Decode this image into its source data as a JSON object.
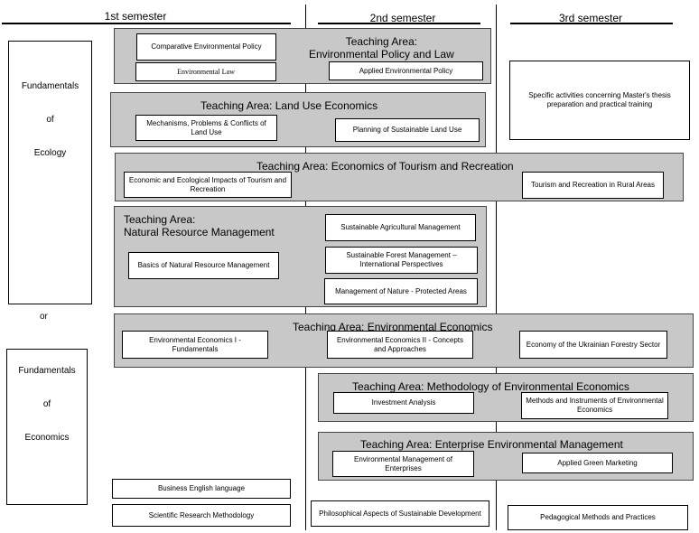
{
  "semesters": [
    "1st semester",
    "2nd semester",
    "3rd semester"
  ],
  "fundamentals_ecology": [
    "Fundamentals",
    "of",
    "Ecology"
  ],
  "or_label": "or",
  "fundamentals_economics": [
    "Fundamentals",
    "of",
    "Economics"
  ],
  "areas": {
    "policy": {
      "title_line1": "Teaching Area:",
      "title_line2": "Environmental Policy and Law",
      "courses": [
        "Comparative Environmental Policy",
        "Environmental Law",
        "Applied Environmental Policy"
      ]
    },
    "land_use": {
      "title": "Teaching Area: Land Use Economics",
      "courses": [
        "Mechanisms, Problems & Conflicts of Land Use",
        "Planning of Sustainable Land Use"
      ]
    },
    "tourism": {
      "title": "Teaching Area: Economics of Tourism and Recreation",
      "courses": [
        "Economic and Ecological Impacts of Tourism and Recreation",
        "Tourism and Recreation in Rural Areas"
      ]
    },
    "natural_resource": {
      "title_line1": "Teaching Area:",
      "title_line2": "Natural Resource Management",
      "courses": [
        "Basics of Natural Resource Management",
        "Sustainable Agricultural Management",
        "Sustainable Forest Management – International Perspectives",
        "Management of Nature - Protected Areas"
      ]
    },
    "env_econ": {
      "title": "Teaching Area: Environmental Economics",
      "courses": [
        "Environmental Economics I - Fundamentals",
        "Environmental Economics II - Concepts and Approaches",
        "Economy of the Ukrainian Forestry Sector"
      ]
    },
    "methodology": {
      "title": "Teaching Area: Methodology of Environmental Economics",
      "courses": [
        "Investment Analysis",
        "Methods and Instruments of Environmental Economics"
      ]
    },
    "enterprise": {
      "title": "Teaching Area: Enterprise Environmental Management",
      "courses": [
        "Environmental Management of Enterprises",
        "Applied Green Marketing"
      ]
    }
  },
  "thesis_box": "Specific activities concerning Master's thesis preparation and practical training",
  "other_courses": {
    "business_english": "Business English  language",
    "research_methodology": "Scientific Research Methodology",
    "philosophical": "Philosophical Aspects of Sustainable Development",
    "pedagogical": "Pedagogical Methods and Practices"
  }
}
